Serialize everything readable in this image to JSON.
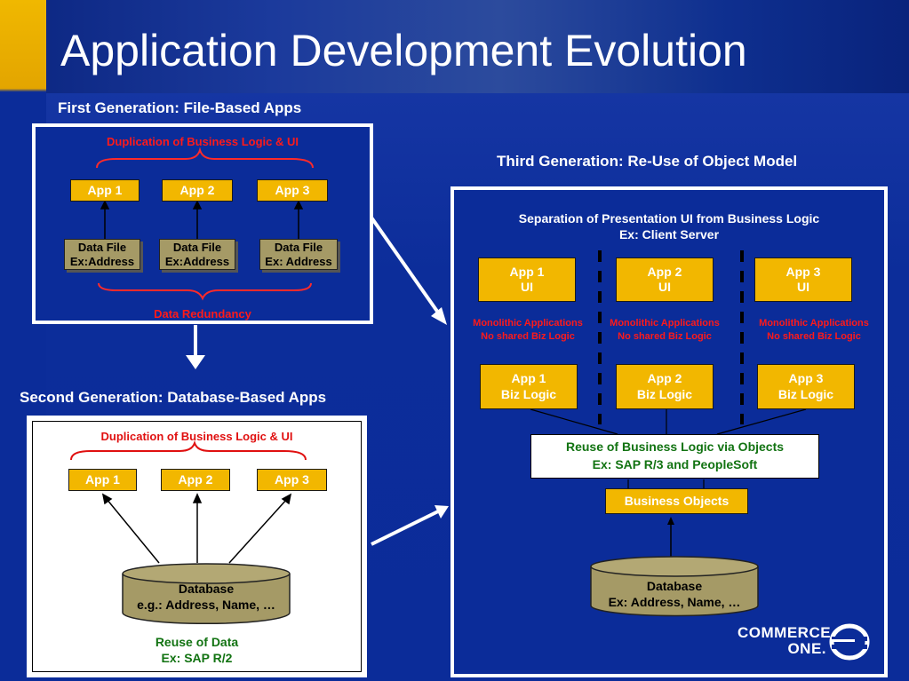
{
  "title": "Application Development Evolution",
  "first_gen": {
    "heading": "First Generation: File-Based Apps",
    "duplication_label": "Duplication of Business Logic & UI",
    "apps": [
      "App 1",
      "App 2",
      "App 3"
    ],
    "files": [
      {
        "line1": "Data File",
        "line2": "Ex:Address"
      },
      {
        "line1": "Data File",
        "line2": "Ex:Address"
      },
      {
        "line1": "Data File",
        "line2": "Ex: Address"
      }
    ],
    "redundancy_label": "Data Redundancy"
  },
  "second_gen": {
    "heading": "Second Generation: Database-Based Apps",
    "duplication_label": "Duplication of Business Logic & UI",
    "apps": [
      "App 1",
      "App 2",
      "App 3"
    ],
    "database": {
      "line1": "Database",
      "line2": "e.g.: Address,  Name, …"
    },
    "reuse": {
      "line1": "Reuse of Data",
      "line2": "Ex:  SAP R/2"
    }
  },
  "third_gen": {
    "heading": "Third Generation: Re-Use of Object Model",
    "separation": {
      "line1": "Separation of Presentation UI from Business Logic",
      "line2": "Ex:  Client Server"
    },
    "ui_apps": [
      {
        "line1": "App 1",
        "line2": "UI"
      },
      {
        "line1": "App 2",
        "line2": "UI"
      },
      {
        "line1": "App 3",
        "line2": "UI"
      }
    ],
    "monolithic": {
      "line1": "Monolithic Applications",
      "line2": "No shared Biz Logic"
    },
    "logic_apps": [
      {
        "line1": "App 1",
        "line2": "Biz Logic"
      },
      {
        "line1": "App 2",
        "line2": "Biz Logic"
      },
      {
        "line1": "App 3",
        "line2": "Biz Logic"
      }
    ],
    "reuse": {
      "line1": "Reuse of Business Logic via Objects",
      "line2": "Ex: SAP R/3 and PeopleSoft"
    },
    "business_objects": "Business Objects",
    "database": {
      "line1": "Database",
      "line2": "Ex: Address,  Name, …"
    }
  },
  "logo": {
    "line1": "COMMERCE",
    "line2": "ONE."
  },
  "colors": {
    "background": "#0b2c99",
    "accent": "#f2b700",
    "alert": "#ff1a1a",
    "positive": "#127312"
  }
}
